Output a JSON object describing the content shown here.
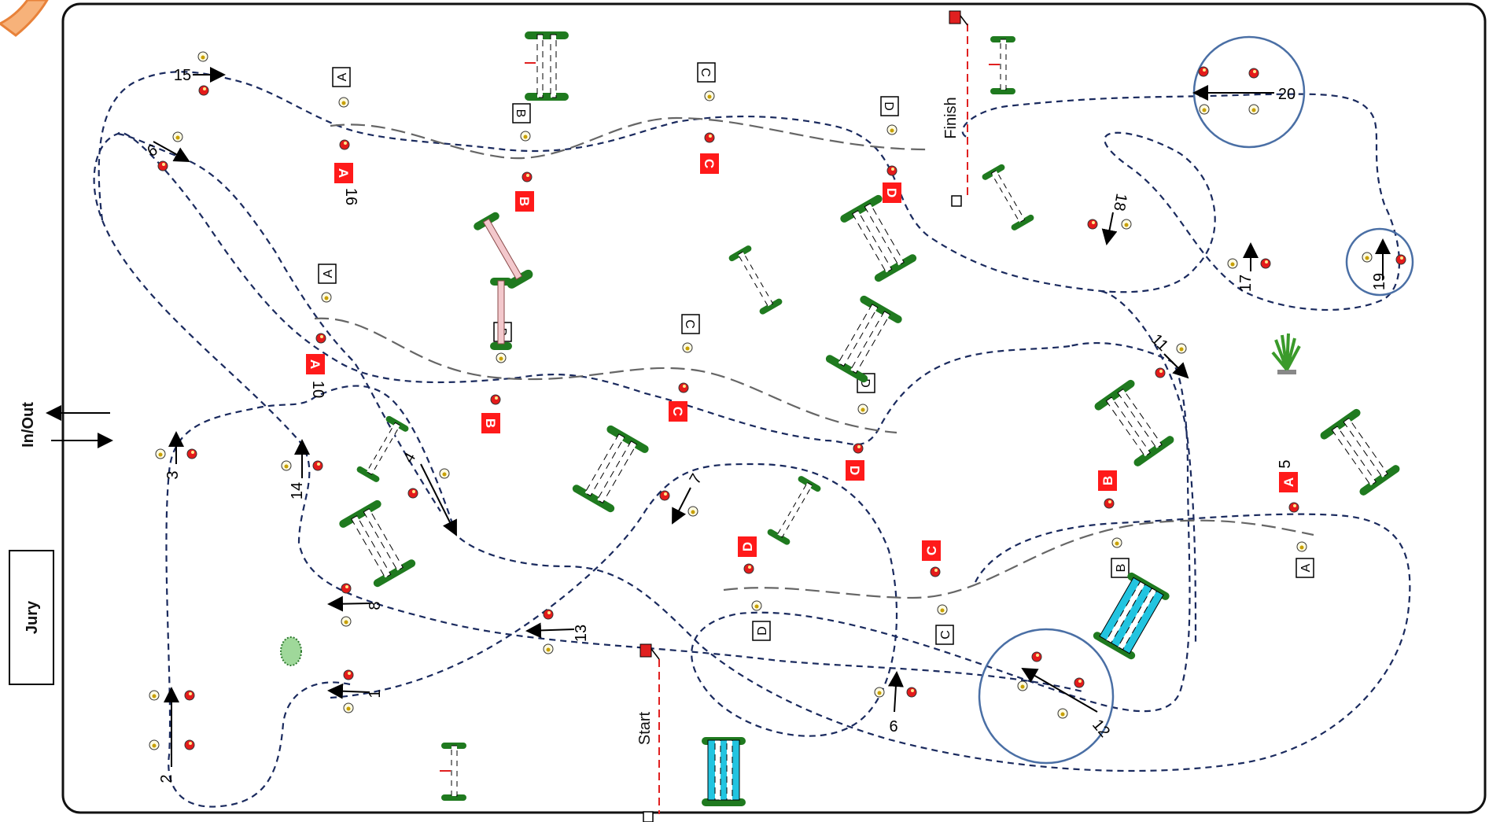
{
  "entrance": {
    "label": "In/Out"
  },
  "jury": {
    "label": "Jury"
  },
  "start": {
    "label": "Start"
  },
  "finish": {
    "label": "Finish"
  },
  "colors": {
    "route": "#1a2a5e",
    "option_line": "#666666",
    "flag_red": "#e02020",
    "pole_green": "#1f7a1f",
    "water_blue": "#22c4e0",
    "circle": "#4a6fa5",
    "gate_red": "#ff1a1a"
  },
  "obstacle_numbers": [
    "1",
    "2",
    "3",
    "4",
    "5",
    "6",
    "7",
    "8",
    "9",
    "10",
    "11",
    "12",
    "13",
    "14",
    "15",
    "16",
    "17",
    "18",
    "19",
    "20"
  ],
  "gate_letters": {
    "red": [
      "A",
      "B",
      "C",
      "D",
      "A",
      "B",
      "C",
      "D",
      "D",
      "C",
      "B",
      "A"
    ],
    "white": [
      "A",
      "B",
      "C",
      "D",
      "A",
      "B",
      "C",
      "D",
      "D",
      "C",
      "B",
      "A"
    ]
  }
}
